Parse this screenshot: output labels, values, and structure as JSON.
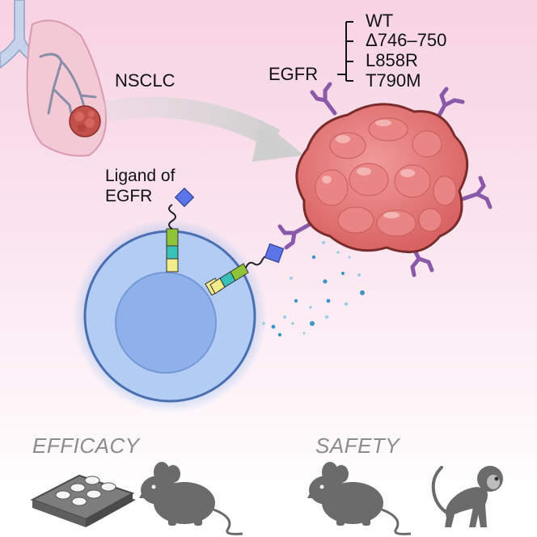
{
  "labels": {
    "disease": "NSCLC",
    "receptor": "EGFR",
    "ligand_line1": "Ligand of",
    "ligand_line2": "EGFR"
  },
  "mutations": [
    "WT",
    "Δ746–750",
    "L858R",
    "T790M"
  ],
  "sections": {
    "efficacy": "EFFICACY",
    "safety": "SAFETY"
  },
  "colors": {
    "tumor": "#e07373",
    "receptor": "#8a5aa8",
    "cell": "#b3ccf4",
    "nucleus": "#8fb0ea",
    "ligand": "#5c75e6",
    "icons": "#6b6b6b"
  }
}
